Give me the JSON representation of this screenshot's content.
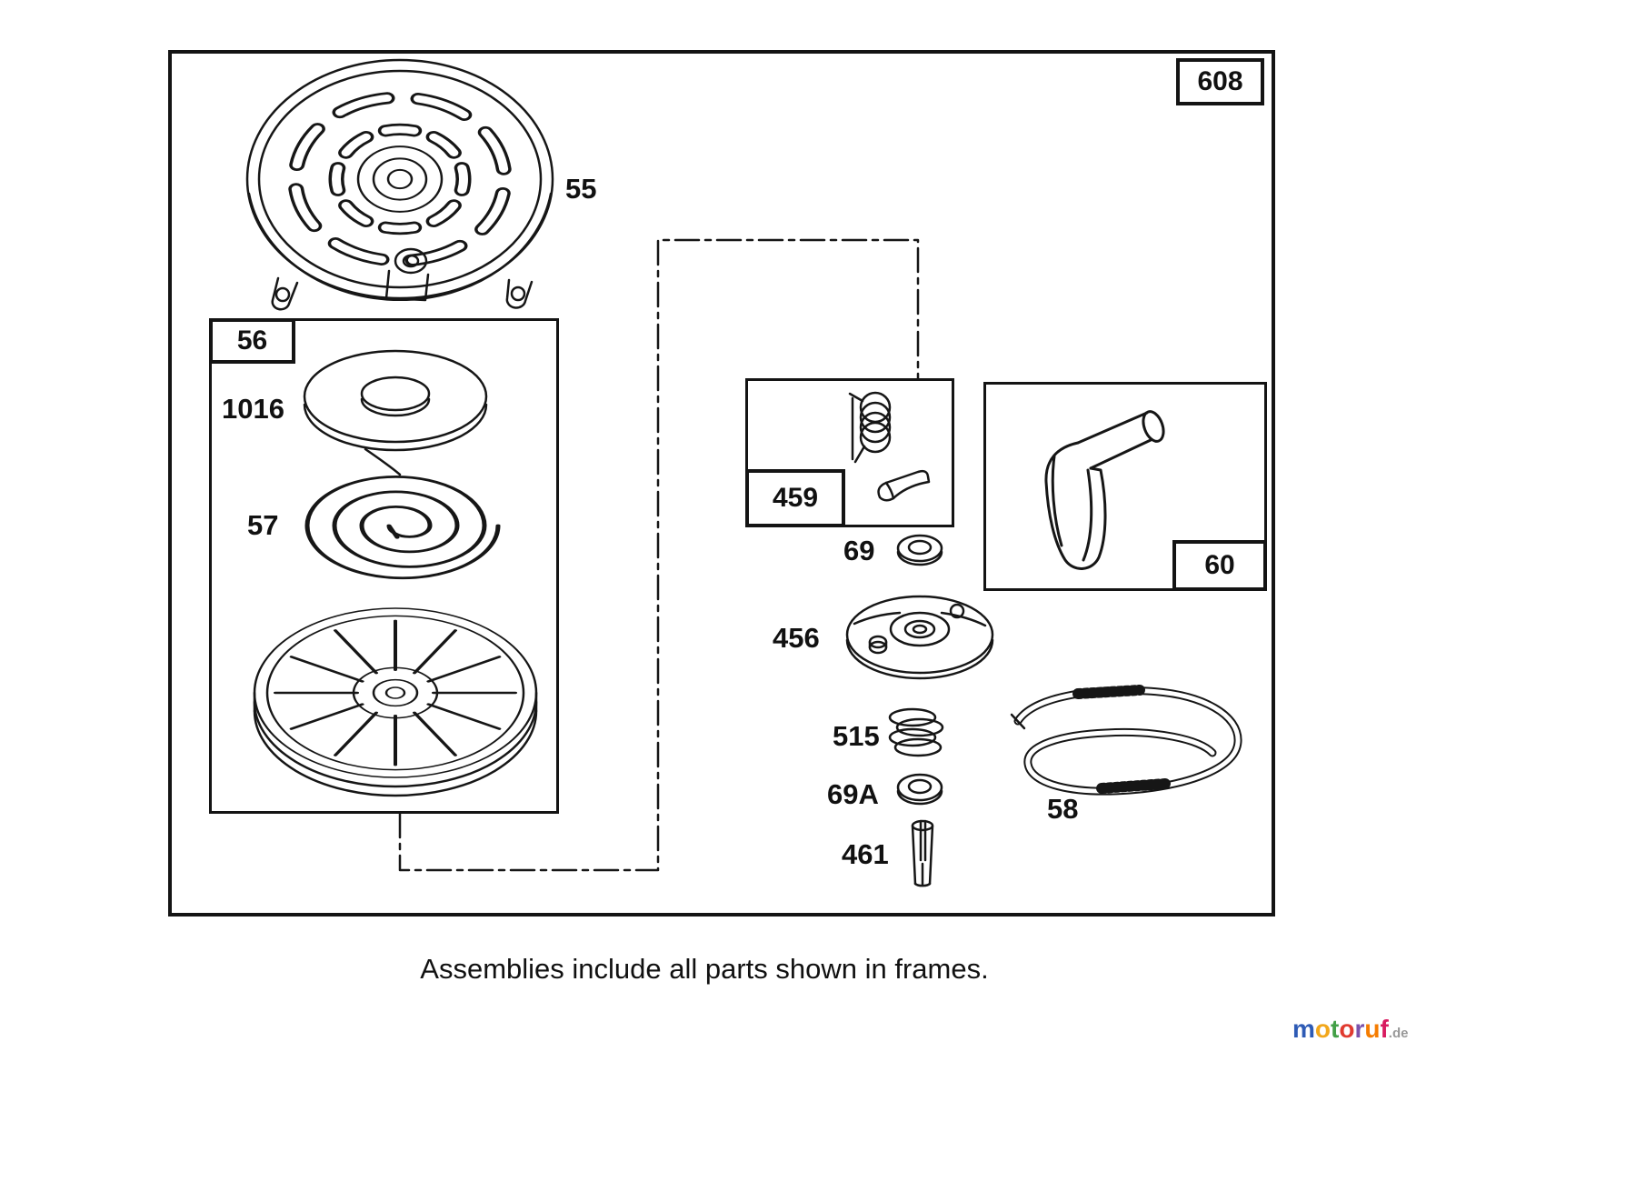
{
  "frames": {
    "main_assembly": {
      "label": "608"
    },
    "sub_assembly_56": {
      "label": "56"
    },
    "sub_assembly_459": {
      "label": "459"
    },
    "sub_assembly_60": {
      "label": "60"
    }
  },
  "part_labels": {
    "housing": "55",
    "washer_1016": "1016",
    "recoil_spring": "57",
    "washer_69": "69",
    "pulley_456": "456",
    "spring_515": "515",
    "washer_69a": "69A",
    "pin_461": "461",
    "rope_58": "58"
  },
  "page": {
    "caption": "Assemblies include all parts shown in frames."
  },
  "watermark": {
    "letters": [
      {
        "ch": "m",
        "css": "color:#2e5bb5"
      },
      {
        "ch": "o",
        "css": "color:#f2a71b"
      },
      {
        "ch": "t",
        "css": "color:#43a047"
      },
      {
        "ch": "o",
        "css": "color:#e03a2f"
      },
      {
        "ch": "r",
        "css": "color:#7b52ab"
      },
      {
        "ch": "u",
        "css": "color:#f57c00"
      },
      {
        "ch": "f",
        "css": "color:#d81b60"
      }
    ],
    "suffix": ".de"
  }
}
